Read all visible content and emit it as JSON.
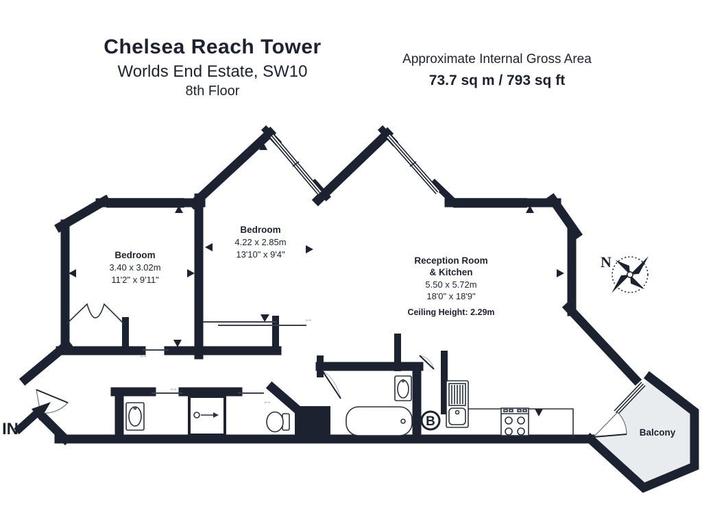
{
  "header": {
    "building": "Chelsea Reach Tower",
    "estate": "Worlds End Estate, SW10",
    "floor": "8th Floor"
  },
  "area": {
    "title": "Approximate Internal Gross Area",
    "value": "73.7 sq m / 793 sq ft"
  },
  "rooms": [
    {
      "name": "Bedroom",
      "size_metric": "3.40 x 3.02m",
      "size_imperial": "11'2\" x 9'11\""
    },
    {
      "name": "Bedroom",
      "size_metric": "4.22 x 2.85m",
      "size_imperial": "13'10\" x 9'4\""
    },
    {
      "name": "Reception Room",
      "name_line2": "& Kitchen",
      "size_metric": "5.50 x 5.72m",
      "size_imperial": "18'0\" x 18'9\"",
      "ceiling": "Ceiling Height: 2.29m"
    },
    {
      "name": "Balcony"
    }
  ],
  "labels": {
    "entrance": "IN",
    "compass_north": "N",
    "boiler": "B"
  },
  "icons": {
    "sliding_door_arrow": "↔"
  },
  "colors": {
    "wall": "#1c2230",
    "balcony_fill": "#e9ecef",
    "slider_arrow": "#b4bac4",
    "background": "#ffffff"
  }
}
